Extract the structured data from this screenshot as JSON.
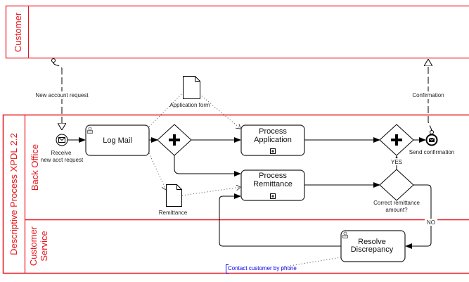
{
  "pools": {
    "customer": {
      "label": "Customer"
    },
    "process": {
      "label": "Descriptive Process XPDL 2.2"
    }
  },
  "lanes": [
    {
      "label": "Back Office"
    },
    {
      "label": "Customer Service"
    }
  ],
  "events": {
    "start": {
      "label_line1": "Receive",
      "label_line2": "new acct request",
      "icon": "envelope-icon"
    },
    "end": {
      "label": "Send confirmation",
      "icon": "filled-envelope-icon"
    }
  },
  "tasks": {
    "log_mail": {
      "label": "Log Mail",
      "icon": "user-icon"
    },
    "process_application": {
      "label_line1": "Process",
      "label_line2": "Application",
      "marker": "subprocess-plus-icon"
    },
    "process_remittance": {
      "label_line1": "Process",
      "label_line2": "Remittance",
      "marker": "subprocess-plus-icon"
    },
    "resolve_discrepancy": {
      "label_line1": "Resolve",
      "label_line2": "Discrepancy",
      "icon": "user-icon"
    }
  },
  "gateways": {
    "decision": {
      "label_line1": "Correct remittance",
      "label_line2": "amount?"
    }
  },
  "data_objects": {
    "application_form": {
      "label": "Application form"
    },
    "remittance": {
      "label": "Remittance"
    }
  },
  "message_flows": {
    "incoming": {
      "label": "New account request"
    },
    "outgoing": {
      "label": "Confirmation"
    }
  },
  "conditions": {
    "yes": "YES",
    "no": "NO"
  },
  "annotation": {
    "text": "Contact customer by phone",
    "color": "#0000ee"
  },
  "colors": {
    "pool_border": "#e8141c"
  }
}
